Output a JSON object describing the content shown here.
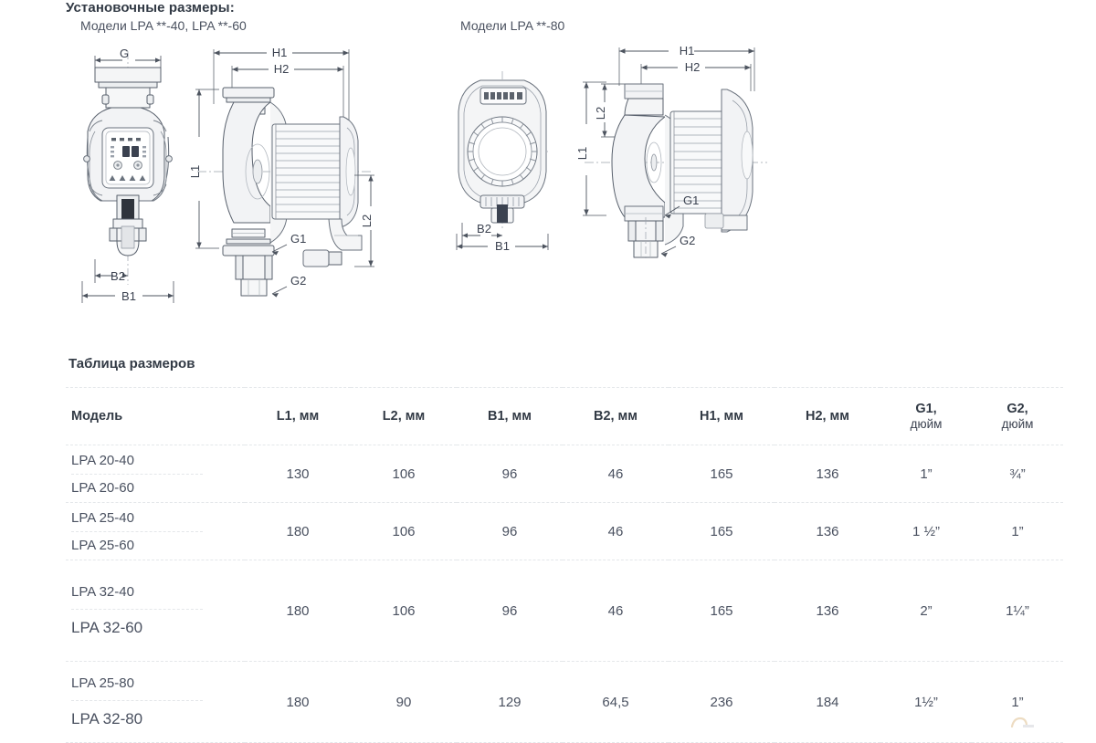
{
  "section": {
    "title": "Установочные размеры:",
    "caption_left": "Модели LPA **-40, LPA **-60",
    "caption_right": "Модели LPA **-80"
  },
  "drawings": {
    "lpa40_front": {
      "name": "lpa-40-60-front-view",
      "labels": {
        "g": "G",
        "b2": "B2",
        "b1": "B1"
      }
    },
    "lpa40_side": {
      "name": "lpa-40-60-side-view",
      "labels": {
        "h1": "H1",
        "h2": "H2",
        "l1": "L1",
        "l2": "L2",
        "g1": "G1",
        "g2": "G2"
      }
    },
    "lpa80_front": {
      "name": "lpa-80-front-view",
      "labels": {
        "b2": "B2",
        "b1": "B1"
      }
    },
    "lpa80_side": {
      "name": "lpa-80-side-view",
      "labels": {
        "h1": "H1",
        "h2": "H2",
        "l1": "L1",
        "l2": "L2",
        "g1": "G1",
        "g2": "G2"
      }
    }
  },
  "table": {
    "title": "Таблица размеров",
    "columns": [
      {
        "label": "Модель",
        "unit": ""
      },
      {
        "label": "L1, мм",
        "unit": ""
      },
      {
        "label": "L2, мм",
        "unit": ""
      },
      {
        "label": "B1, мм",
        "unit": ""
      },
      {
        "label": "B2, мм",
        "unit": ""
      },
      {
        "label": "H1, мм",
        "unit": ""
      },
      {
        "label": "H2, мм",
        "unit": ""
      },
      {
        "label": "G1,",
        "unit": "дюйм"
      },
      {
        "label": "G2,",
        "unit": "дюйм"
      }
    ],
    "rows": [
      {
        "models": [
          "LPA 20-40",
          "LPA 20-60"
        ],
        "L1": "130",
        "L2": "106",
        "B1": "96",
        "B2": "46",
        "H1": "165",
        "H2": "136",
        "G1": "1”",
        "G2": "¾”"
      },
      {
        "models": [
          "LPA 25-40",
          "LPA 25-60"
        ],
        "L1": "180",
        "L2": "106",
        "B1": "96",
        "B2": "46",
        "H1": "165",
        "H2": "136",
        "G1": "1 ½”",
        "G2": "1”"
      },
      {
        "models": [
          "LPA 32-40",
          "LPA 32-60"
        ],
        "L1": "180",
        "L2": "106",
        "B1": "96",
        "B2": "46",
        "H1": "165",
        "H2": "136",
        "G1": "2”",
        "G2": "1¼”"
      },
      {
        "models": [
          "LPA 25-80",
          "LPA 32-80"
        ],
        "L1": "180",
        "L2": "90",
        "B1": "129",
        "B2": "64,5",
        "H1": "236",
        "H2": "184",
        "G1": "1½”",
        "G2": "1”"
      }
    ]
  },
  "colors": {
    "heading": "#323a45",
    "body_text": "#4a5160",
    "rule": "#e4e7ea",
    "drawing_line": "#58606c",
    "drawing_fill": "#f4f5f6",
    "watermark": "#d8b27a"
  }
}
